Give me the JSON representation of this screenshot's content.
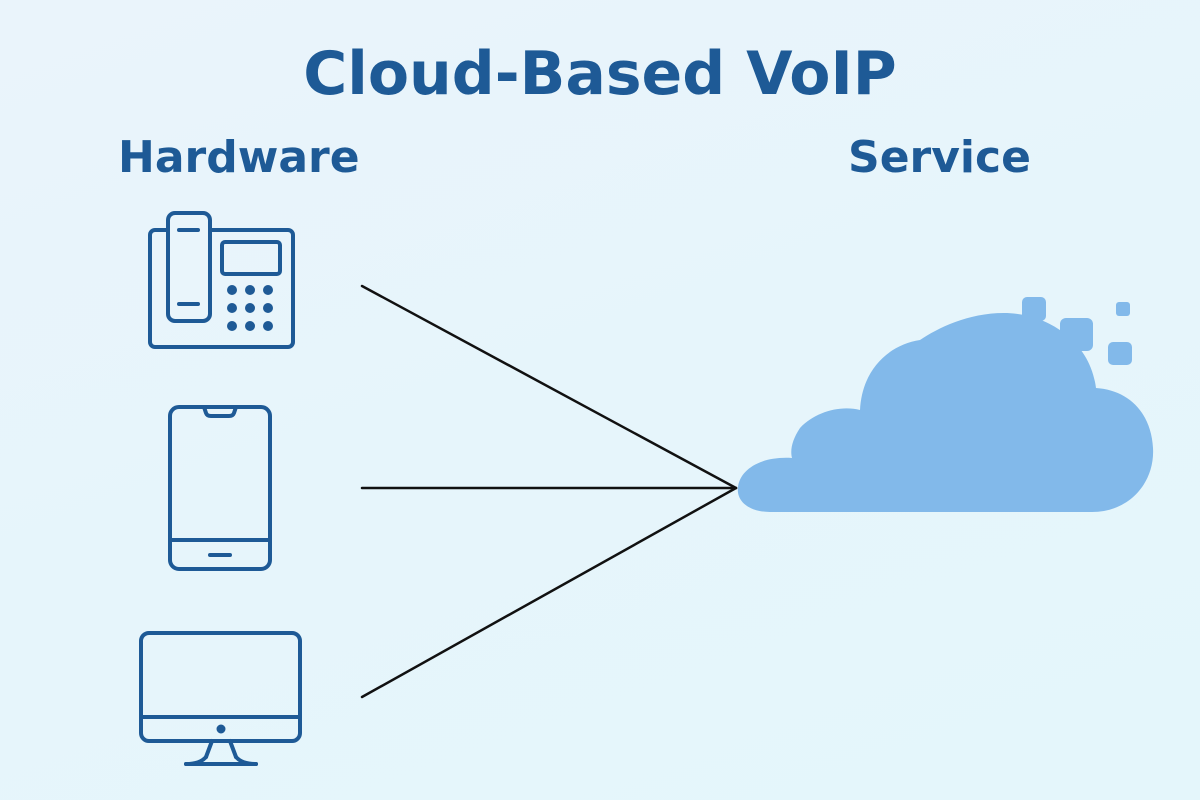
{
  "title": "Cloud-Based VoIP",
  "left_heading": "Hardware",
  "right_heading": "Service",
  "colors": {
    "text": "#1e5a96",
    "icon_stroke": "#1e5a96",
    "cloud_fill": "#82b9ea",
    "connector_line": "#111111",
    "background": "#e7f5fb"
  },
  "devices": [
    {
      "icon": "desk-phone-icon"
    },
    {
      "icon": "smartphone-icon"
    },
    {
      "icon": "desktop-monitor-icon"
    }
  ],
  "service_icon": "cloud-icon"
}
